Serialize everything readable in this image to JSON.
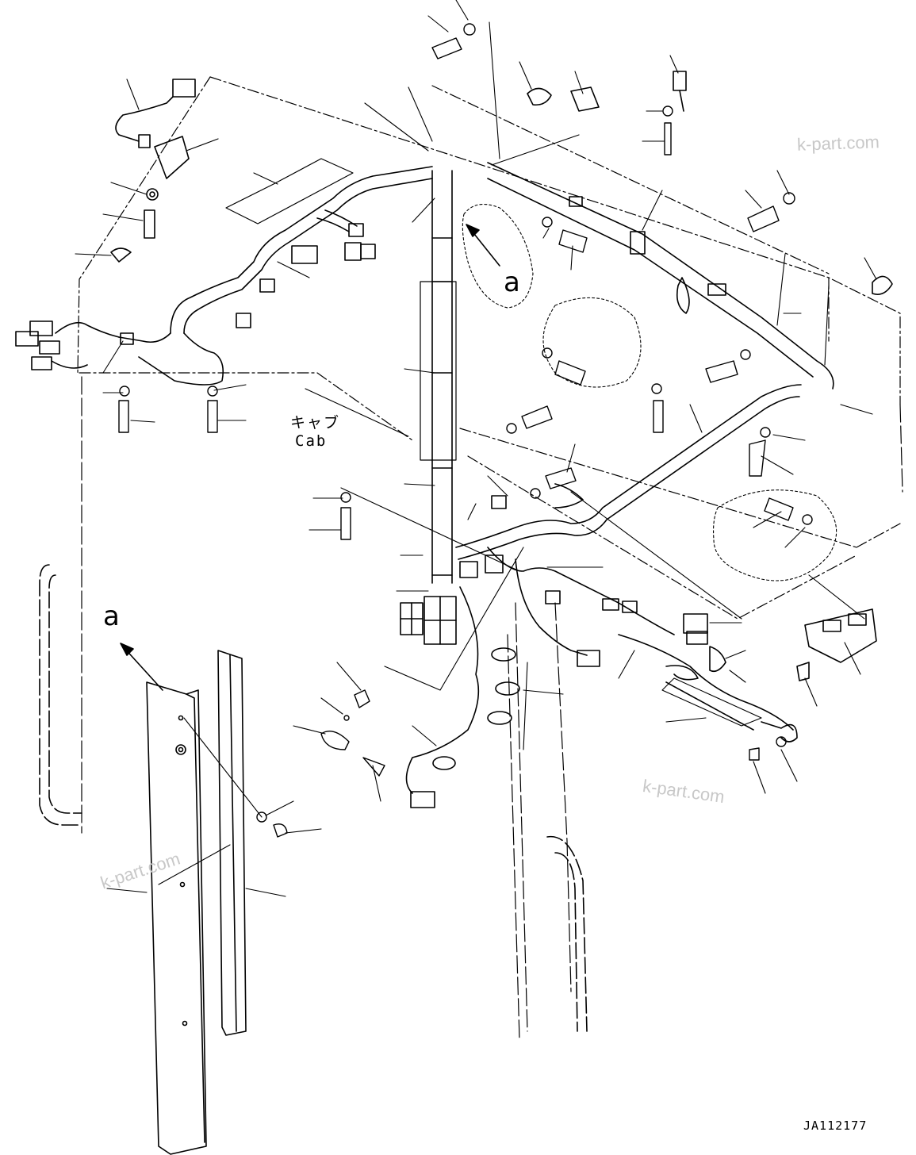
{
  "labels": {
    "view_a_upper": "a",
    "view_a_lower": "a",
    "cab_jp": "キャブ",
    "cab_en": "Cab",
    "drawing_number": "JA112177"
  },
  "watermarks": [
    "k-part.com",
    "k-part.com",
    "k-part.com"
  ]
}
